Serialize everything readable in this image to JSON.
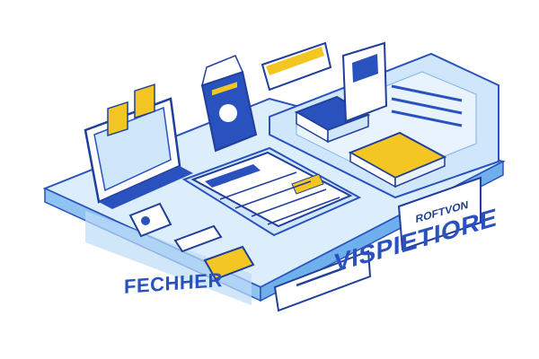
{
  "labels": {
    "left": "FECHHER",
    "right": "VISPIETIORE",
    "tag": "ROFTVON"
  },
  "colors": {
    "primary": "#2a52be",
    "outline": "#1f3f9a",
    "light_blue": "#cfe6fb",
    "pale_blue": "#e8f3fd",
    "yellow": "#f3c623",
    "white": "#ffffff"
  },
  "icons": [
    "photo-icon",
    "book-icon",
    "id-card-icon",
    "document-icon",
    "envelope-icon",
    "monitor-icon",
    "banner-icon",
    "label-tag-icon",
    "list-icon"
  ]
}
